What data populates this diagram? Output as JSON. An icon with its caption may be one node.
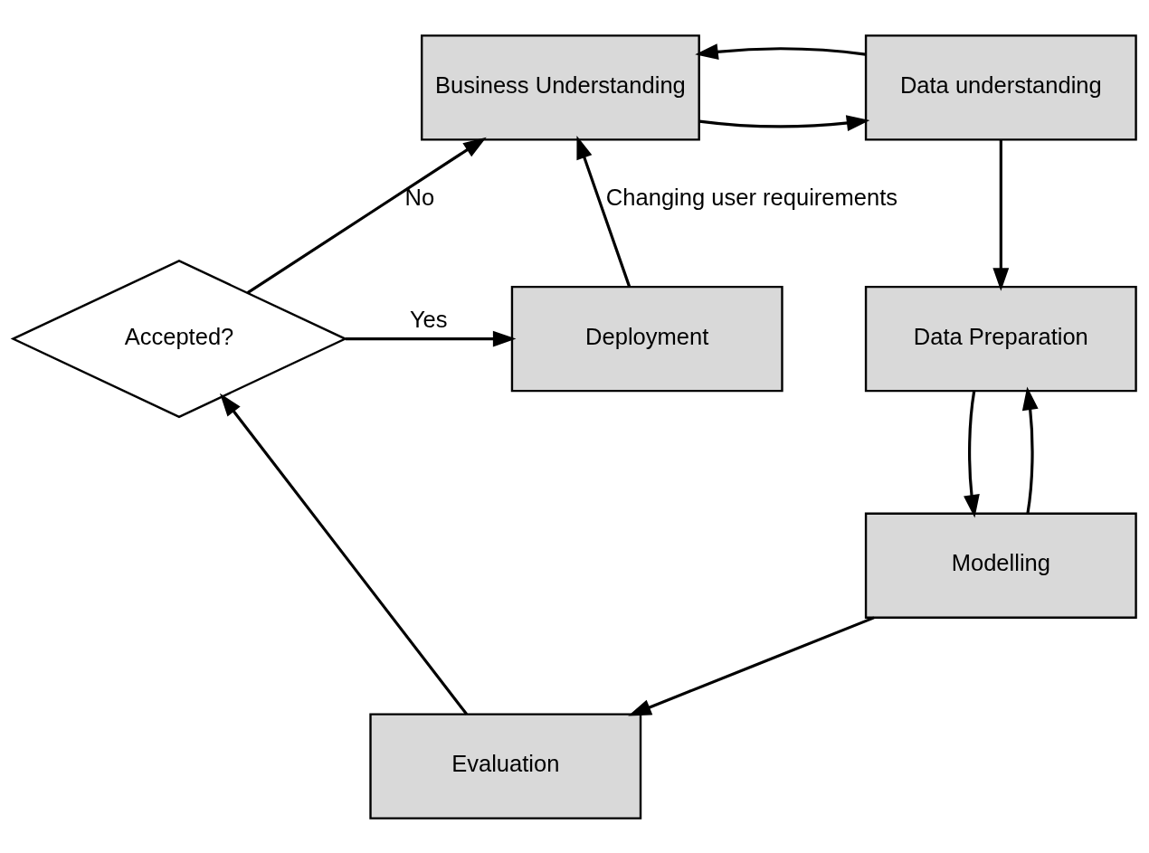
{
  "diagram": {
    "nodes": [
      {
        "text": [
          "Business Understanding"
        ]
      },
      {
        "text": [
          "Data understanding"
        ]
      },
      {
        "text": [
          "Data Preparation"
        ]
      },
      {
        "text": [
          "Modelling"
        ]
      },
      {
        "text": [
          "Evaluation"
        ]
      },
      {
        "text": [
          "Accepted?"
        ]
      },
      {
        "text": [
          "Deployment"
        ]
      }
    ],
    "edges": [
      {
        "from": 0,
        "to": 1,
        "arrow": "to"
      },
      {
        "from": 1,
        "to": 0,
        "arrow": "to"
      },
      {
        "from": 1,
        "to": 2,
        "arrow": "to"
      },
      {
        "from": 2,
        "to": 3,
        "arrow": "to"
      },
      {
        "from": 3,
        "to": 2,
        "arrow": "to"
      },
      {
        "from": 3,
        "to": 4,
        "arrow": "to"
      },
      {
        "from": 4,
        "to": 5,
        "arrow": "to"
      },
      {
        "from": 5,
        "to": 0,
        "arrow": "to",
        "label": "No"
      },
      {
        "from": 5,
        "to": 6,
        "arrow": "to",
        "label": "Yes"
      },
      {
        "from": 6,
        "to": 0,
        "arrow": "to",
        "label": "Changing user requirements"
      }
    ]
  }
}
